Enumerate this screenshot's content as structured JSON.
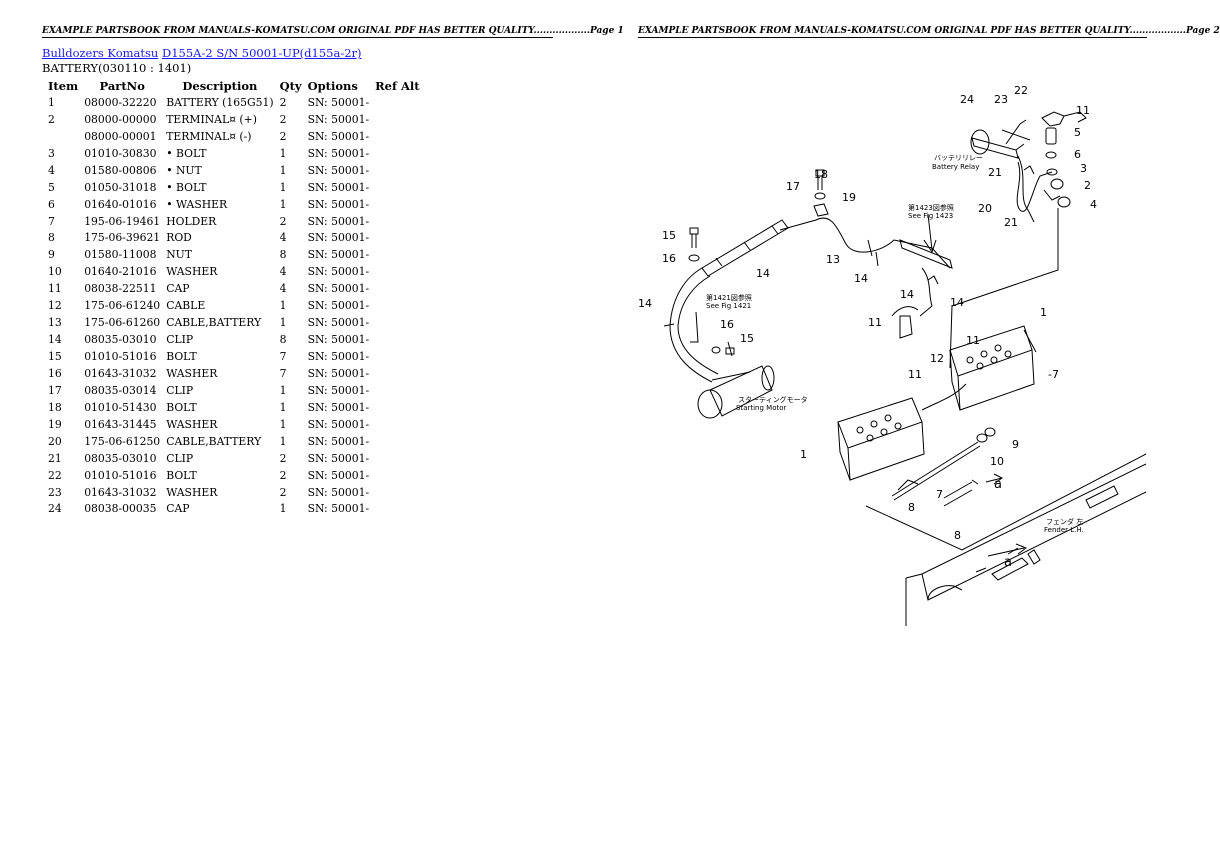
{
  "header": {
    "page1": "EXAMPLE PARTSBOOK FROM MANUALS-KOMATSU.COM ORIGINAL PDF HAS BETTER QUALITY..................Page 1",
    "page2": "EXAMPLE PARTSBOOK FROM MANUALS-KOMATSU.COM ORIGINAL PDF HAS BETTER QUALITY..................Page 2"
  },
  "breadcrumb": {
    "link1": "Bulldozers Komatsu",
    "link2": "D155A-2 S/N 50001-UP(d155a-2r)"
  },
  "section_title": "BATTERY(030110 : 1401)",
  "table": {
    "columns": [
      "Item",
      "PartNo",
      "Description",
      "Qty",
      "Options",
      "Ref Alt"
    ],
    "rows": [
      {
        "item": "1",
        "part": "08000-32220",
        "desc": "BATTERY (165G51)",
        "qty": "2",
        "opt": "SN: 50001-",
        "ref": ""
      },
      {
        "item": "2",
        "part": "08000-00000",
        "desc": "TERMINAL¤ (+)",
        "qty": "2",
        "opt": "SN: 50001-",
        "ref": ""
      },
      {
        "item": "",
        "part": "08000-00001",
        "desc": "TERMINAL¤ (-)",
        "qty": "2",
        "opt": "SN: 50001-",
        "ref": ""
      },
      {
        "item": "3",
        "part": "01010-30830",
        "desc": "• BOLT",
        "qty": "1",
        "opt": "SN: 50001-",
        "ref": ""
      },
      {
        "item": "4",
        "part": "01580-00806",
        "desc": "• NUT",
        "qty": "1",
        "opt": "SN: 50001-",
        "ref": ""
      },
      {
        "item": "5",
        "part": "01050-31018",
        "desc": "• BOLT",
        "qty": "1",
        "opt": "SN: 50001-",
        "ref": ""
      },
      {
        "item": "6",
        "part": "01640-01016",
        "desc": "• WASHER",
        "qty": "1",
        "opt": "SN: 50001-",
        "ref": ""
      },
      {
        "item": "7",
        "part": "195-06-19461",
        "desc": "HOLDER",
        "qty": "2",
        "opt": "SN: 50001-",
        "ref": ""
      },
      {
        "item": "8",
        "part": "175-06-39621",
        "desc": "ROD",
        "qty": "4",
        "opt": "SN: 50001-",
        "ref": ""
      },
      {
        "item": "9",
        "part": "01580-11008",
        "desc": "NUT",
        "qty": "8",
        "opt": "SN: 50001-",
        "ref": ""
      },
      {
        "item": "10",
        "part": "01640-21016",
        "desc": "WASHER",
        "qty": "4",
        "opt": "SN: 50001-",
        "ref": ""
      },
      {
        "item": "11",
        "part": "08038-22511",
        "desc": "CAP",
        "qty": "4",
        "opt": "SN: 50001-",
        "ref": ""
      },
      {
        "item": "12",
        "part": "175-06-61240",
        "desc": "CABLE",
        "qty": "1",
        "opt": "SN: 50001-",
        "ref": ""
      },
      {
        "item": "13",
        "part": "175-06-61260",
        "desc": "CABLE,BATTERY",
        "qty": "1",
        "opt": "SN: 50001-",
        "ref": ""
      },
      {
        "item": "14",
        "part": "08035-03010",
        "desc": "CLIP",
        "qty": "8",
        "opt": "SN: 50001-",
        "ref": ""
      },
      {
        "item": "15",
        "part": "01010-51016",
        "desc": "BOLT",
        "qty": "7",
        "opt": "SN: 50001-",
        "ref": ""
      },
      {
        "item": "16",
        "part": "01643-31032",
        "desc": "WASHER",
        "qty": "7",
        "opt": "SN: 50001-",
        "ref": ""
      },
      {
        "item": "17",
        "part": "08035-03014",
        "desc": "CLIP",
        "qty": "1",
        "opt": "SN: 50001-",
        "ref": ""
      },
      {
        "item": "18",
        "part": "01010-51430",
        "desc": "BOLT",
        "qty": "1",
        "opt": "SN: 50001-",
        "ref": ""
      },
      {
        "item": "19",
        "part": "01643-31445",
        "desc": "WASHER",
        "qty": "1",
        "opt": "SN: 50001-",
        "ref": ""
      },
      {
        "item": "20",
        "part": "175-06-61250",
        "desc": "CABLE,BATTERY",
        "qty": "1",
        "opt": "SN: 50001-",
        "ref": ""
      },
      {
        "item": "21",
        "part": "08035-03010",
        "desc": "CLIP",
        "qty": "2",
        "opt": "SN: 50001-",
        "ref": ""
      },
      {
        "item": "22",
        "part": "01010-51016",
        "desc": "BOLT",
        "qty": "2",
        "opt": "SN: 50001-",
        "ref": ""
      },
      {
        "item": "23",
        "part": "01643-31032",
        "desc": "WASHER",
        "qty": "2",
        "opt": "SN: 50001-",
        "ref": ""
      },
      {
        "item": "24",
        "part": "08038-00035",
        "desc": "CAP",
        "qty": "1",
        "opt": "SN: 50001-",
        "ref": ""
      }
    ]
  },
  "diagram": {
    "callouts": {
      "c1a": "1",
      "c1b": "1",
      "c2": "2",
      "c3": "3",
      "c4": "4",
      "c5": "5",
      "c6": "6",
      "c7": "-7",
      "c7b": "7",
      "c8a": "8",
      "c8b": "8",
      "c9": "9",
      "c10": "10",
      "c11a": "11",
      "c11b": "11",
      "c11c": "11",
      "c11d": "11",
      "c12": "12",
      "c13": "13",
      "c14a": "14",
      "c14b": "14",
      "c14c": "14",
      "c14d": "14",
      "c14e": "14",
      "c15a": "15",
      "c15b": "15",
      "c16a": "16",
      "c16b": "16",
      "c17": "17",
      "c18": "18",
      "c19": "19",
      "c20": "20",
      "c21a": "21",
      "c21b": "21",
      "c22": "22",
      "c23": "23",
      "c24": "24",
      "ca1": "a",
      "ca2": "a"
    },
    "notes": {
      "battery_relay_jp": "バッテリリレー",
      "battery_relay": "Battery Relay",
      "see1423_jp": "第1423図参照",
      "see1423": "See Fig 1423",
      "see1421_jp": "第1421図参照",
      "see1421": "See Fig 1421",
      "starting_motor_jp": "スターティングモータ",
      "starting_motor": "Starting Motor",
      "fender_jp": "フェンダ 左",
      "fender": "Fender L.H."
    }
  }
}
